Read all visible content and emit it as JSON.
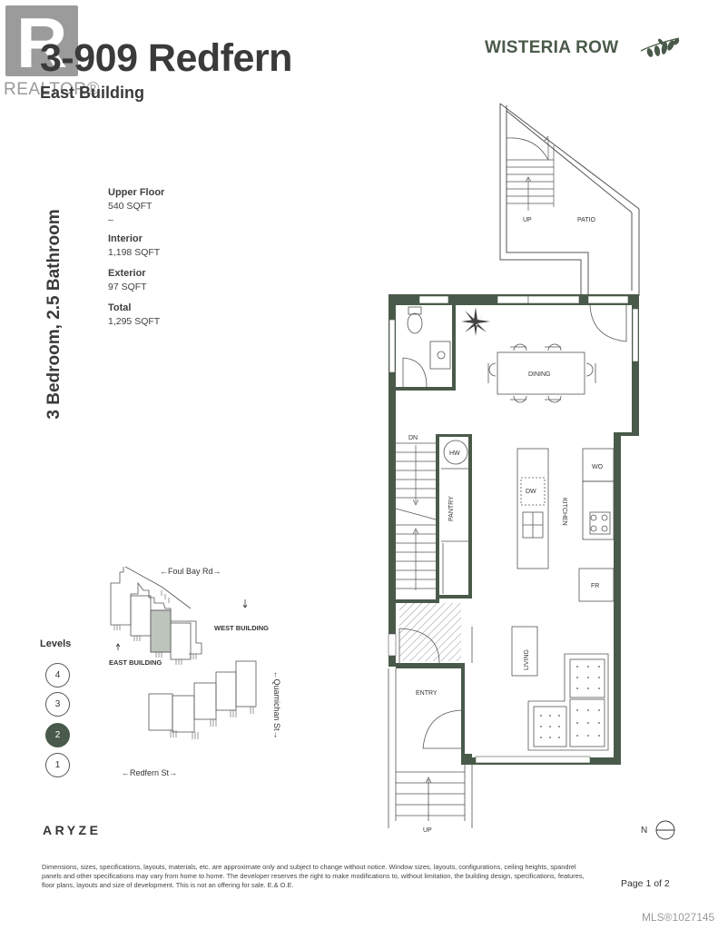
{
  "watermark": {
    "logo_letter": "R",
    "logo_text": "REALTOR®"
  },
  "header": {
    "title": "3-909 Redfern",
    "subtitle": "East Building",
    "brand": "WISTERIA ROW",
    "brand_icon": "wisteria-branch-icon"
  },
  "unit": {
    "bedrooms_bathrooms": "3 Bedroom, 2.5 Bathroom"
  },
  "stats": [
    {
      "label": "Upper Floor",
      "value": "540 SQFT"
    },
    {
      "label": "Interior",
      "value": "1,198 SQFT"
    },
    {
      "label": "Exterior",
      "value": "97 SQFT"
    },
    {
      "label": "Total",
      "value": "1,295 SQFT"
    }
  ],
  "stats_separator": "–",
  "site_map": {
    "street_top": "←Foul Bay Rd→",
    "street_bottom": "←Redfern St→",
    "street_side": "←Quamichan St→",
    "east_building": "EAST BUILDING",
    "west_building": "WEST BUILDING"
  },
  "levels": {
    "label": "Levels",
    "items": [
      "4",
      "3",
      "2",
      "1"
    ],
    "active": "2"
  },
  "floor_plan": {
    "rooms": {
      "up_top": "UP",
      "patio": "PATIO",
      "dining": "DINING",
      "dn": "DN",
      "hw": "HW",
      "pantry": "PANTRY",
      "dw": "DW",
      "kitchen": "KITCHEN",
      "wo": "WO",
      "fr": "FR",
      "living": "LIVING",
      "entry": "ENTRY",
      "up_bottom": "UP"
    }
  },
  "compass": {
    "label": "N"
  },
  "footer": {
    "company": "ARYZE",
    "disclaimer": "Dimensions, sizes, specifications, layouts, materials, etc. are approximate only and subject to change without notice. Window sizes, layouts, configurations, ceiling heights, spandrel panels and other specifications may vary from home to home. The developer reserves the right to make modifications to, without limitation, the building design, specifications, features, floor plans, layouts and size of development. This is not an offering for sale. E.& O.E.",
    "page": "Page 1 of 2",
    "mls": "MLS®1027145"
  },
  "colors": {
    "accent": "#4a5a4a",
    "text": "#3a3a3a",
    "watermark": "#9b9b9b"
  }
}
